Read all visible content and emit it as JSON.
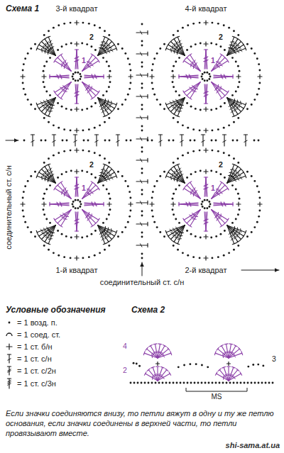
{
  "diagram": {
    "title": "Схема 1",
    "caption": "Если значки соединяются внизу, то петли вяжут в одну и ту же петлю основания, если значки соединены в верхней части, то петли провязывают вместе.",
    "labels": [
      "3-й квадрат",
      "4-й квадрат",
      "2",
      "1",
      "2",
      "1",
      "соединительный ст. с/н",
      "2",
      "1",
      "2",
      "1",
      "1-й квадрат",
      "2-й квадрат",
      "соединительный ст. с/н",
      "Условные обозначения",
      "Схема 2",
      "4",
      "2",
      "3",
      "MS",
      "shi-sama.at.ua"
    ],
    "legend": [
      {
        "text": "= 1 возд. п."
      },
      {
        "text": "= 1 соед. ст."
      },
      {
        "text": "= 1 ст. б/н"
      },
      {
        "text": "= 1 ст. с/н"
      },
      {
        "text": "= 1 ст. с/2н"
      },
      {
        "text": "= 1 ст. с/3н"
      }
    ]
  }
}
